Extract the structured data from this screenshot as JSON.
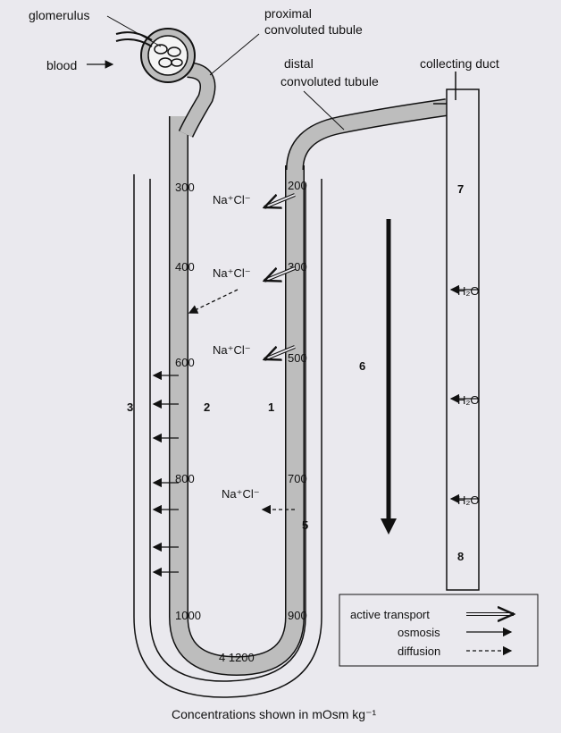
{
  "diagram": {
    "labels": {
      "glomerulus": "glomerulus",
      "blood": "blood",
      "pct_line1": "proximal",
      "pct_line2": "convoluted tubule",
      "dct_line1": "distal",
      "dct_line2": "convoluted tubule",
      "collecting_duct": "collecting duct",
      "caption": "Concentrations shown in mOsm kg⁻¹"
    },
    "concentrations": {
      "descending": [
        "300",
        "400",
        "600",
        "800",
        "1000"
      ],
      "ascending": [
        "200",
        "300",
        "500",
        "700",
        "900"
      ],
      "bottom": "4 1200"
    },
    "ions": {
      "na_cl_1": "Na⁺Cl⁻",
      "na_cl_2": "Na⁺Cl⁻",
      "na_cl_3": "Na⁺Cl⁻",
      "na_cl_4": "Na⁺Cl⁻"
    },
    "water": {
      "h2o_1": "H₂O",
      "h2o_2": "H₂O",
      "h2o_3": "H₂O"
    },
    "region_numbers": {
      "n1": "1",
      "n2": "2",
      "n3": "3",
      "n5": "5",
      "n6": "6",
      "n7": "7",
      "n8": "8"
    },
    "legend": {
      "active_transport": "active transport",
      "osmosis": "osmosis",
      "diffusion": "diffusion"
    }
  }
}
